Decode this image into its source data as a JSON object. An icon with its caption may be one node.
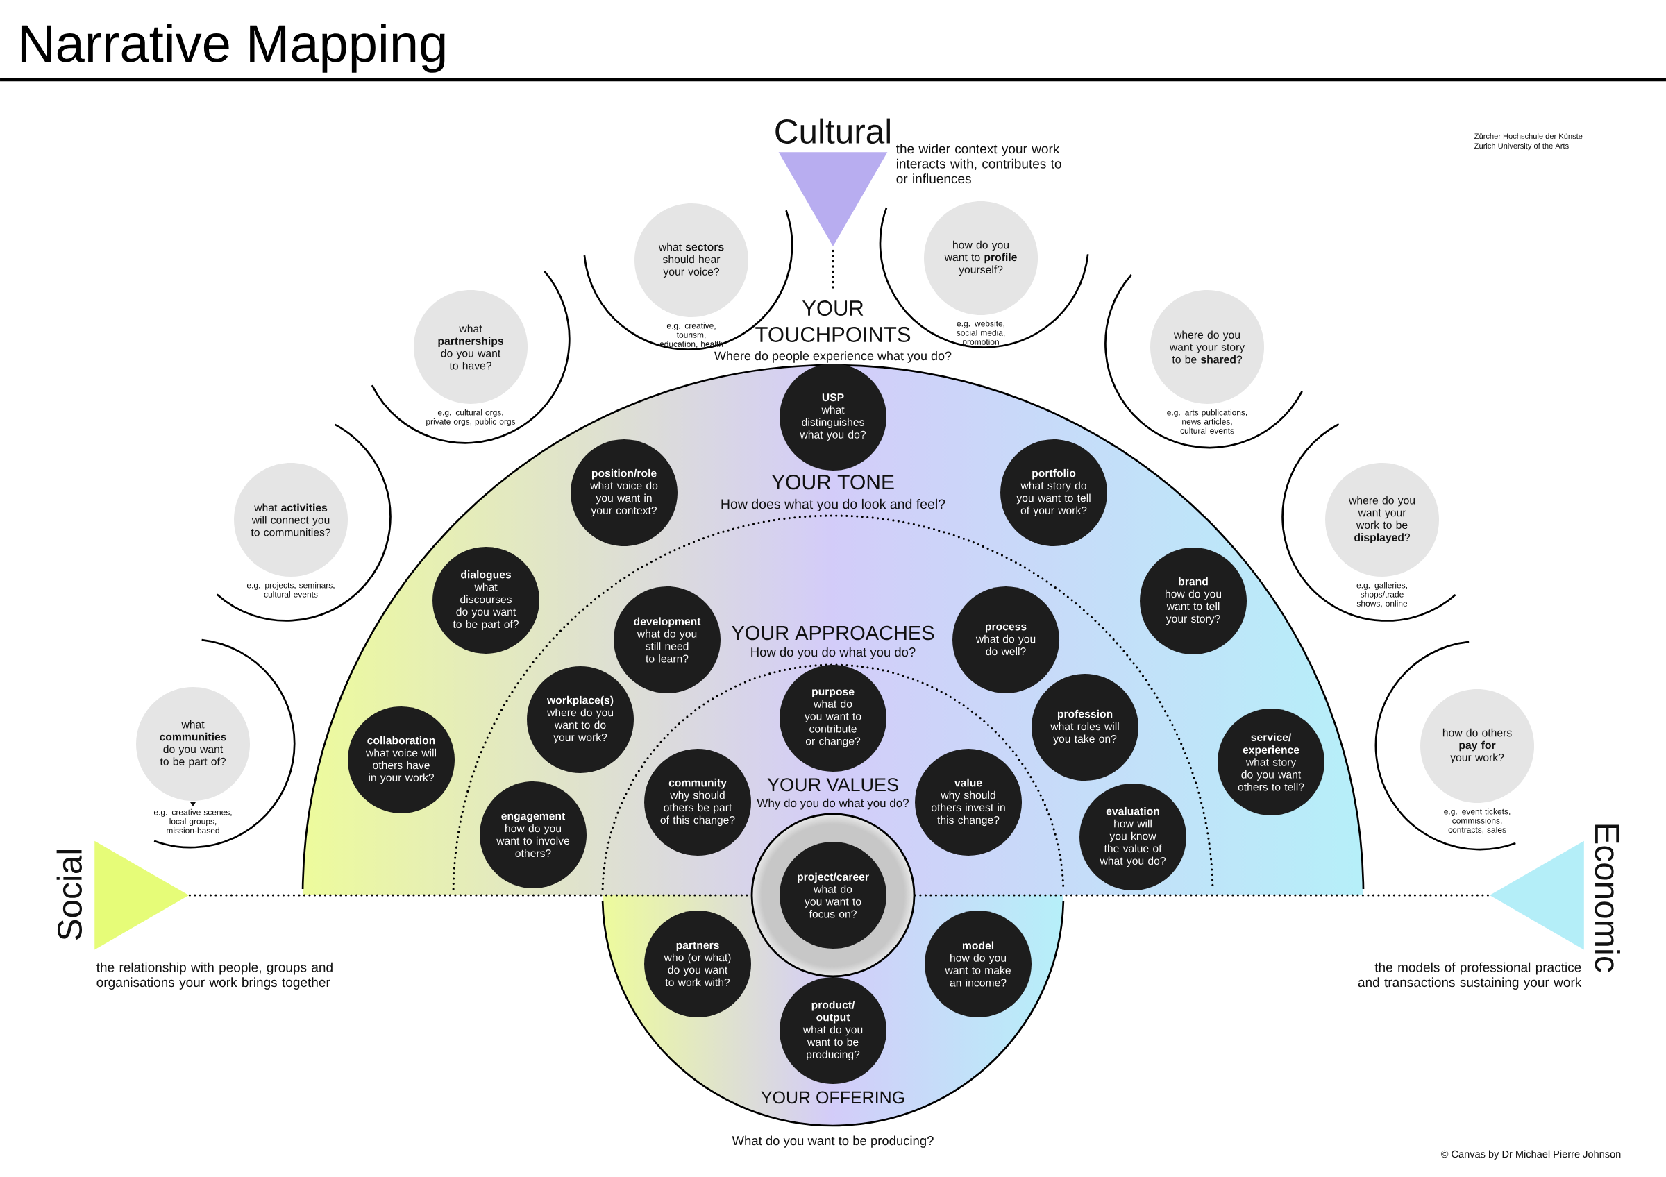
{
  "diagram": {
    "title": "Narrative Mapping",
    "nodes": [
      {
        "text": [
          "Cultural"
        ],
        "beside": [
          "the wider context your work interacts with, contributes to or influences"
        ]
      },
      {
        "text": [
          "what **sectors** should hear your voice?"
        ],
        "beside": [
          "e.g. creative, tourism, education, health"
        ]
      },
      {
        "text": [
          "how do you want to **profile** yourself?"
        ],
        "beside": [
          "e.g. website, social media, promotion"
        ]
      },
      {
        "text": [
          "what **partnerships** do you want to have?"
        ],
        "beside": [
          "e.g. cultural orgs, private orgs, public orgs"
        ]
      },
      {
        "text": [
          "where do you want your story to be **shared**?"
        ],
        "beside": [
          "e.g. arts publications, news articles, cultural events"
        ]
      },
      {
        "text": [
          "what **activities** will connect you to communities?"
        ],
        "beside": [
          "e.g. projects, seminars, cultural events"
        ]
      },
      {
        "text": [
          "where do you want your work to be **displayed**?"
        ],
        "beside": [
          "e.g. galleries, shops/trade shows, online"
        ]
      },
      {
        "text": [
          "what **communities** do you want to be part of?"
        ],
        "beside": [
          "e.g. creative scenes, local groups, mission-based"
        ]
      },
      {
        "text": [
          "how do others **pay for** your work?"
        ],
        "beside": [
          "e.g. event tickets, commissions, contracts, sales"
        ]
      },
      {
        "text": [
          "Social"
        ],
        "beside": [
          "the relationship with people, groups and organisations your work brings together"
        ]
      },
      {
        "text": [
          "Economic"
        ],
        "beside": [
          "the models of professional practice and transactions sustaining your work"
        ]
      },
      {
        "text": [
          "YOUR TONE",
          "How does what you do look and feel?"
        ]
      },
      {
        "text": [
          "USP",
          "what distinguishes what you do?"
        ],
        "in": 11
      },
      {
        "text": [
          "position/role",
          "what voice do you want in your context?"
        ],
        "in": 11
      },
      {
        "text": [
          "portfolio",
          "what story do you want to tell of your work?"
        ],
        "in": 11
      },
      {
        "text": [
          "dialogues",
          "what discourses do you want to be part of?"
        ],
        "in": 11
      },
      {
        "text": [
          "brand",
          "how do you want to tell your story?"
        ],
        "in": 11
      },
      {
        "text": [
          "collaboration",
          "what voice will others have in your work?"
        ],
        "in": 11
      },
      {
        "text": [
          "service/ experience",
          "what story do you want others to tell?"
        ],
        "in": 11
      },
      {
        "text": [
          "YOUR APPROACHES",
          "How do you do what you do?"
        ],
        "in": 11
      },
      {
        "text": [
          "development",
          "what do you still need to learn?"
        ],
        "in": 19
      },
      {
        "text": [
          "process",
          "what do you do well?"
        ],
        "in": 19
      },
      {
        "text": [
          "workplace(s)",
          "where do you want to do your work?"
        ],
        "in": 19
      },
      {
        "text": [
          "profession",
          "what roles will you take on?"
        ],
        "in": 19
      },
      {
        "text": [
          "engagement",
          "how do you want to involve others?"
        ],
        "in": 19
      },
      {
        "text": [
          "evaluation",
          "how will you know the value of what you do?"
        ],
        "in": 19
      },
      {
        "text": [
          "YOUR VALUES",
          "Why do you do what you do?"
        ],
        "in": 19
      },
      {
        "text": [
          "purpose",
          "what do you want to contribute or change?"
        ],
        "in": 26
      },
      {
        "text": [
          "community",
          "why should others be part of this change?"
        ],
        "in": 26
      },
      {
        "text": [
          "value",
          "why should others invest in this change?"
        ],
        "in": 26
      },
      {
        "text": [
          "project/career",
          "what do you want to focus on?"
        ]
      },
      {
        "text": [
          "YOUR OFFERING",
          "What do you want to be producing?"
        ]
      },
      {
        "text": [
          "partners",
          "who (or what) do you want to work with?"
        ],
        "in": 31
      },
      {
        "text": [
          "model",
          "how do you want to make an income?"
        ],
        "in": 31
      },
      {
        "text": [
          "product/ output",
          "what do you want to be producing?"
        ],
        "in": 31
      }
    ],
    "edges": [
      {
        "from": 9,
        "to": 30,
        "arrow": "none",
        "style": "dashed"
      },
      {
        "from": 30,
        "to": 10,
        "arrow": "none",
        "style": "dashed"
      }
    ],
    "labels": [
      "Zürcher Hochschule der Künste",
      "Zurich University of the Arts",
      "YOUR TOUCHPOINTS",
      "Where do people experience what you do?",
      "© Canvas by Dr Michael Pierre Johnson"
    ]
  }
}
